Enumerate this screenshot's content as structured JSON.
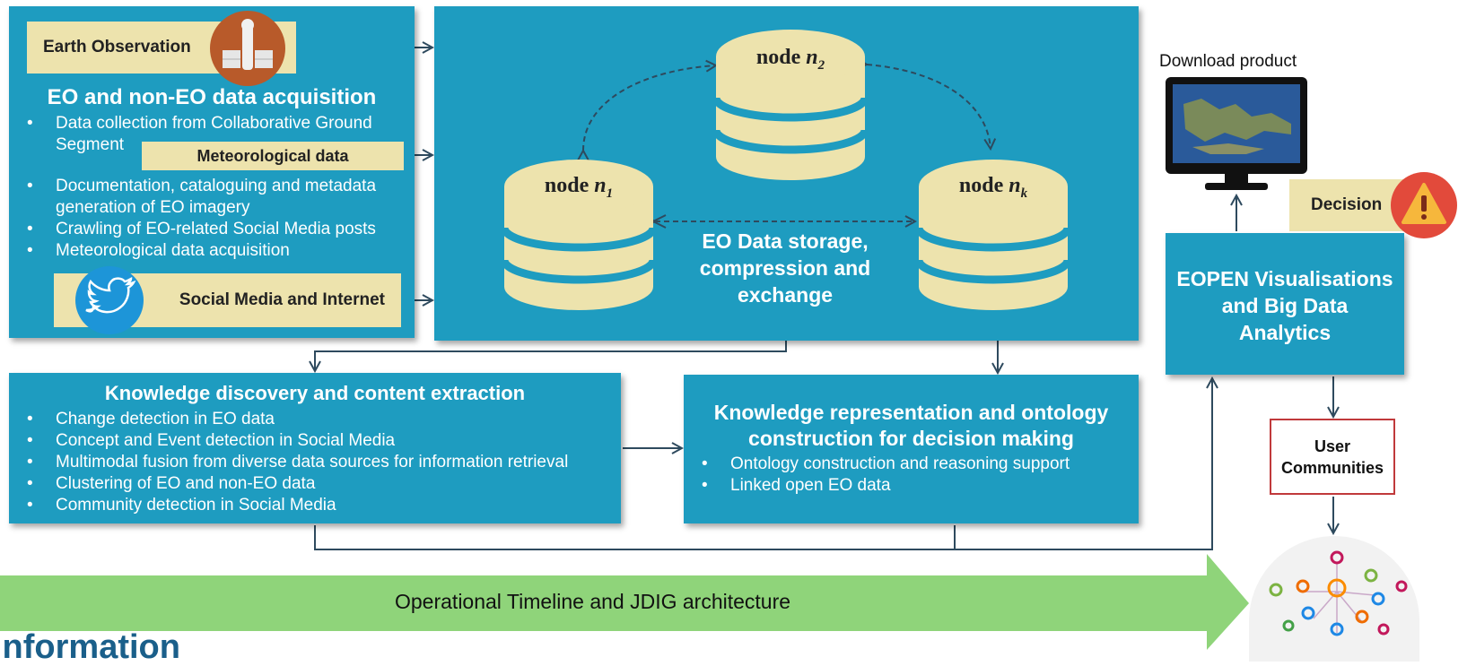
{
  "acquisition": {
    "earth_observation_label": "Earth Observation",
    "title": "EO and non-EO data acquisition",
    "items": [
      "Data collection from Collaborative Ground Segment",
      "Documentation, cataloguing and metadata generation of EO imagery",
      "Crawling of EO-related Social Media posts",
      "Meteorological data acquisition"
    ],
    "meteorological_label": "Meteorological data",
    "social_label": "Social Media and Internet"
  },
  "storage": {
    "node2_prefix": "node",
    "node2_var": "n",
    "node2_sub": "2",
    "node1_prefix": "node",
    "node1_var": "n",
    "node1_sub": "1",
    "nodek_prefix": "node",
    "nodek_var": "n",
    "nodek_sub": "k",
    "caption_line1": "EO Data storage,",
    "caption_line2": "compression and",
    "caption_line3": "exchange"
  },
  "discovery": {
    "title": "Knowledge discovery and content extraction",
    "items": [
      "Change detection in EO data",
      "Concept and Event detection in Social Media",
      "Multimodal fusion from diverse data sources for information retrieval",
      "Clustering of EO and non-EO data",
      "Community detection in Social Media"
    ]
  },
  "representation": {
    "title_line1": "Knowledge representation and ontology",
    "title_line2": "construction for decision making",
    "items": [
      "Ontology construction and reasoning support",
      "Linked open EO data"
    ]
  },
  "right_panel": {
    "download_label": "Download product",
    "decision_label": "Decision",
    "viz_line1": "EOPEN Visualisations",
    "viz_line2": "and Big Data",
    "viz_line3": "Analytics",
    "communities_line1": "User",
    "communities_line2": "Communities"
  },
  "timeline": {
    "label": "Operational Timeline and JDIG architecture"
  },
  "footer": {
    "partial_heading": "Information"
  },
  "colors": {
    "box": "#1e9cc0",
    "tag": "#ede3ad",
    "arrow": "#2e4a5e",
    "green_arrow": "#8fd47a",
    "community_border": "#c0393b",
    "warning": "#e24a3b"
  }
}
